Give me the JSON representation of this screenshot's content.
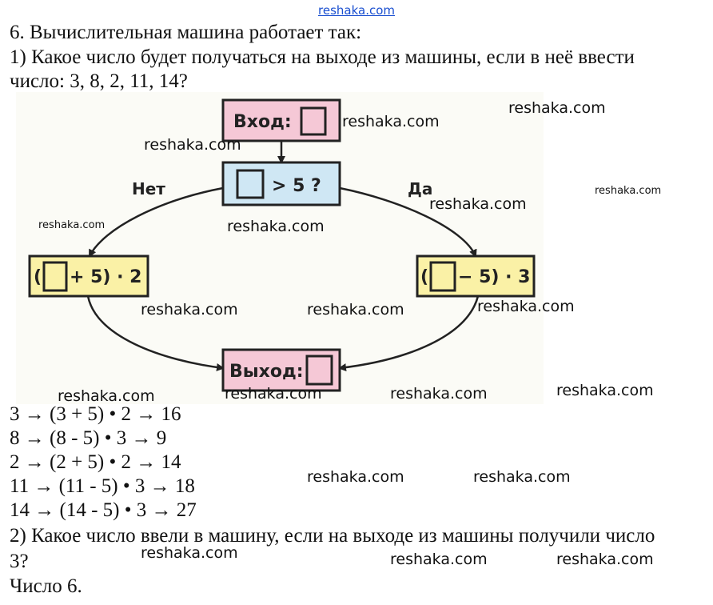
{
  "watermark_top": "reshaka.com",
  "problem": {
    "title": "6. Вычислительная машина работает так:",
    "q1_line1": "1) Какое число будет получаться на выходе из машины, если в неё ввести",
    "q1_line2": "число: 3, 8, 2, 11, 14?"
  },
  "diagram": {
    "input_label": "Вход:",
    "condition_label": "> 5 ?",
    "no_label": "Нет",
    "yes_label": "Да",
    "left_formula_open": "(",
    "left_formula_rest": "+ 5) · 2",
    "right_formula_open": "(",
    "right_formula_rest": "− 5) · 3",
    "output_label": "Выход:",
    "colors": {
      "pink": "#f5c8d6",
      "blue": "#cfe7f4",
      "yellow": "#faf1a6"
    }
  },
  "answers1": [
    "3 → (3 + 5) • 2 → 16",
    "8 → (8 - 5) • 3 → 9",
    "2 → (2 + 5) • 2 → 14",
    "11 → (11 - 5) • 3 → 18",
    "14 → (14 - 5) • 3 → 27"
  ],
  "q2_line1": "2) Какое число ввели в машину, если на выходе из машины получили число",
  "q2_line2": "3?",
  "answer2": "Число 6.",
  "watermark": "reshaka.com"
}
